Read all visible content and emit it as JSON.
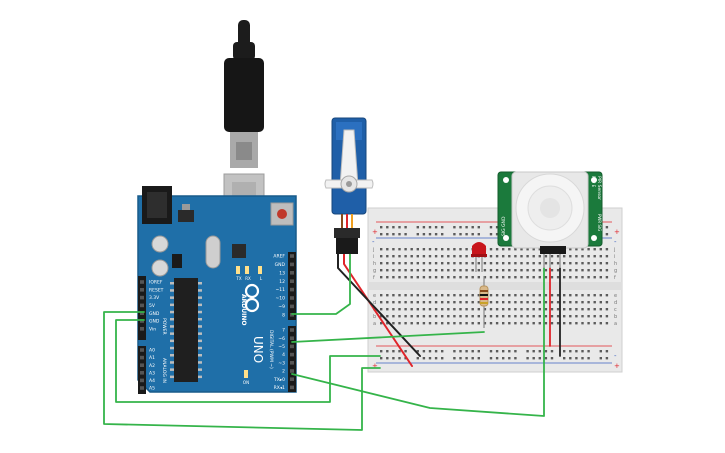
{
  "arduino": {
    "brand": "ARDUINO",
    "model": "UNO",
    "tx_led": "TX",
    "rx_led": "RX",
    "on_led": "ON",
    "l_led": "L",
    "power_header_title": "POWER",
    "analog_header_title": "ANALOG IN",
    "digital_header_title": "DIGITAL (PWM ~)",
    "power_pins": [
      "IOREF",
      "RESET",
      "3.3V",
      "5V",
      "GND",
      "GND",
      "Vin"
    ],
    "analog_pins": [
      "A0",
      "A1",
      "A2",
      "A3",
      "A4",
      "A5"
    ],
    "digital_top_pins": [
      "AREF",
      "GND",
      "13",
      "12",
      "~11",
      "~10",
      "~9",
      "8"
    ],
    "digital_bottom_pins": [
      "7",
      "~6",
      "~5",
      "4",
      "~3",
      "2",
      "TX▸0",
      "RX◂1"
    ]
  },
  "breadboard": {
    "row_letters_top": [
      "j",
      "i",
      "h",
      "g",
      "f"
    ],
    "row_letters_bottom": [
      "e",
      "d",
      "c",
      "b",
      "a"
    ],
    "plus": "+",
    "minus": "-"
  },
  "pir_sensor": {
    "label_left": "PIR Sensor",
    "label_right": "Rev E",
    "pin_label_1": "SIG  GND",
    "pin_label_2": "PWR  SIG"
  },
  "colors": {
    "arduino_board": "#1f6fa8",
    "pir_board": "#1b7a3c",
    "servo_body": "#1f5fa8",
    "wire_green": "#35b44a",
    "wire_red": "#e0242a",
    "wire_black": "#222222",
    "led_red": "#c8151b",
    "usb_body": "#1c1c1c"
  }
}
